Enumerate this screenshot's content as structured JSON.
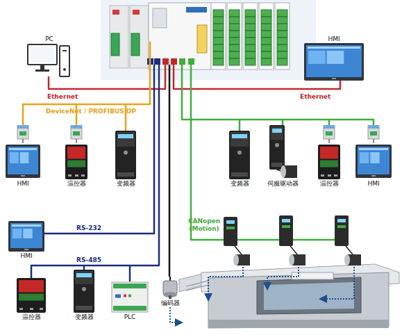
{
  "diagram": {
    "nodes": [
      {
        "text": [
          "PC"
        ]
      },
      {
        "text": [
          "HMI"
        ]
      },
      {
        "text": [
          "HMI"
        ]
      },
      {
        "text": [
          "温控器"
        ]
      },
      {
        "text": [
          "变频器"
        ]
      },
      {
        "text": [
          "变频器"
        ]
      },
      {
        "text": [
          "伺服驱动器"
        ]
      },
      {
        "text": [
          "温控器"
        ]
      },
      {
        "text": [
          "HMI"
        ]
      },
      {
        "text": [
          "HMI"
        ]
      },
      {
        "text": [
          "温控器"
        ]
      },
      {
        "text": [
          "变频器"
        ]
      },
      {
        "text": [
          "PLC"
        ]
      },
      {
        "text": [
          "编码器"
        ]
      }
    ],
    "labels": [
      "Ethernet",
      "Ethernet",
      "DeviceNet / PROFIBUS DP",
      "CANopen (Motion)",
      "RS-232",
      "RS-485"
    ]
  }
}
